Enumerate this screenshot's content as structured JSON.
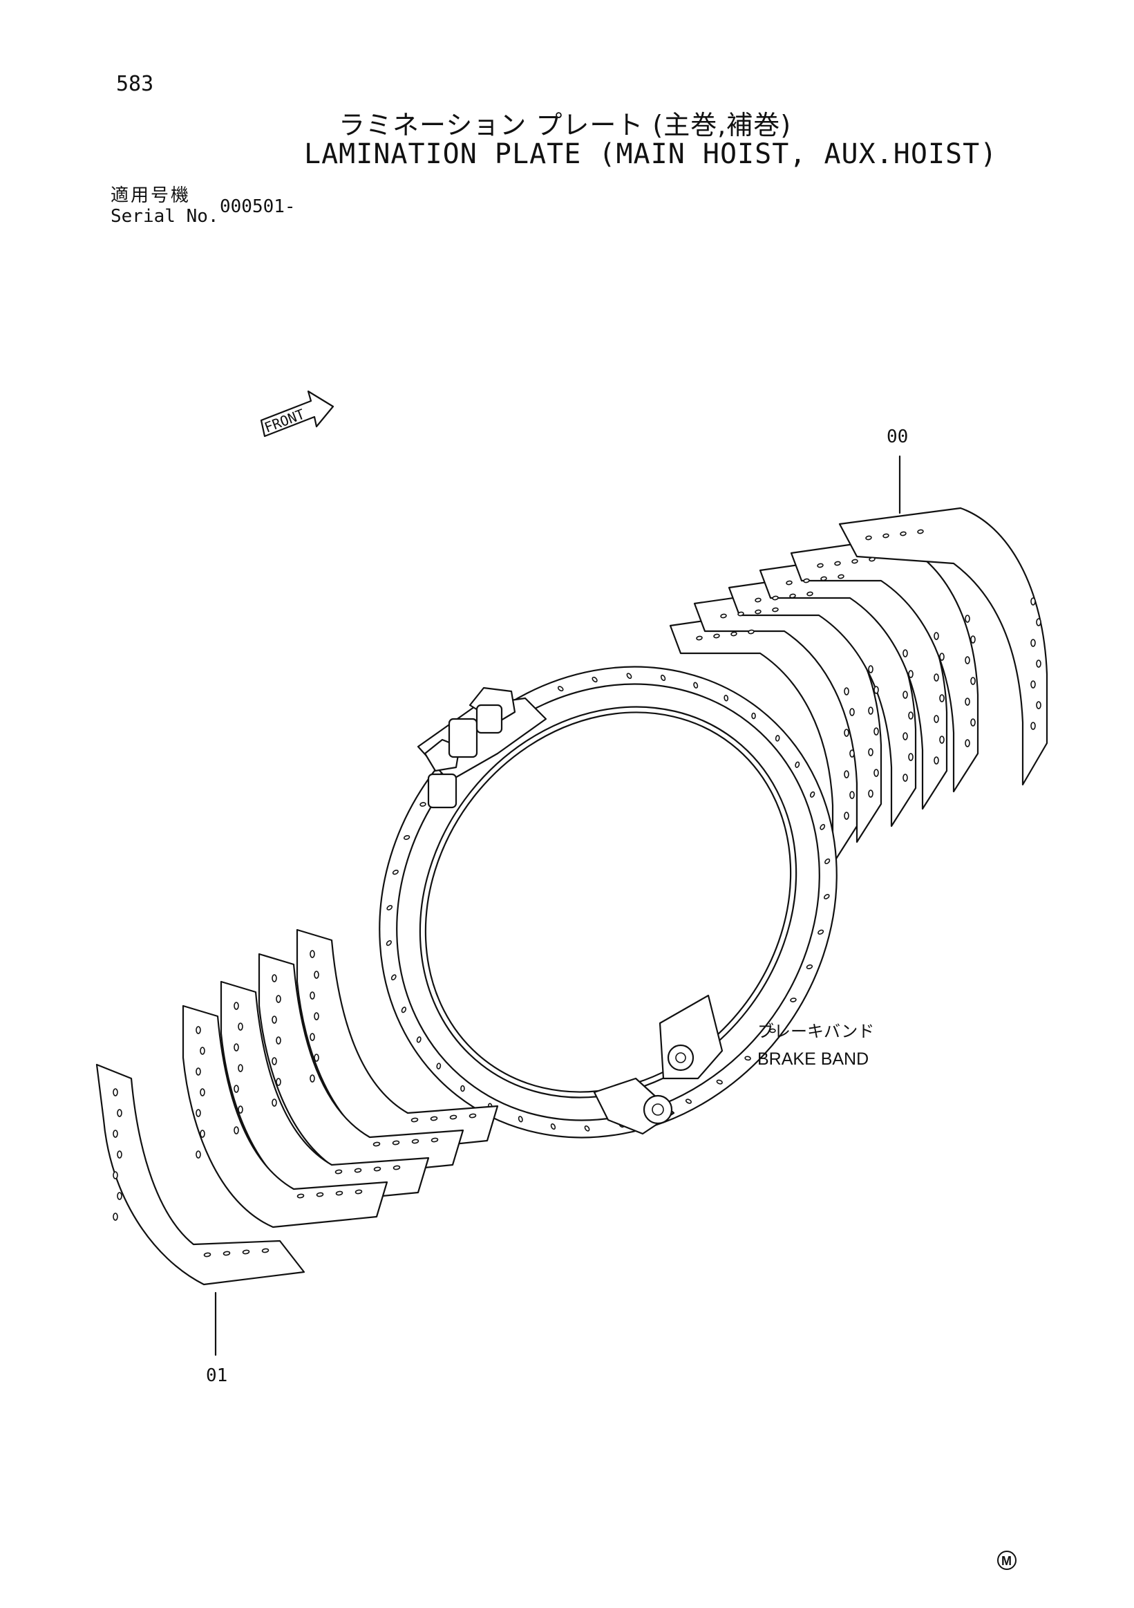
{
  "page_number": "583",
  "title_jp": "ラミネーション プレート (主巻,補巻)",
  "title_en": "LAMINATION PLATE (MAIN HOIST, AUX.HOIST)",
  "serial": {
    "label_jp": "適用号機",
    "label_en": "Serial No.",
    "value": "000501-"
  },
  "front_arrow_label": "FRONT",
  "callouts": {
    "upper_plates": "00",
    "lower_plates": "01"
  },
  "brake_band": {
    "label_jp": "ブレーキバンド",
    "label_en": "BRAKE BAND"
  },
  "corner_mark": "M"
}
